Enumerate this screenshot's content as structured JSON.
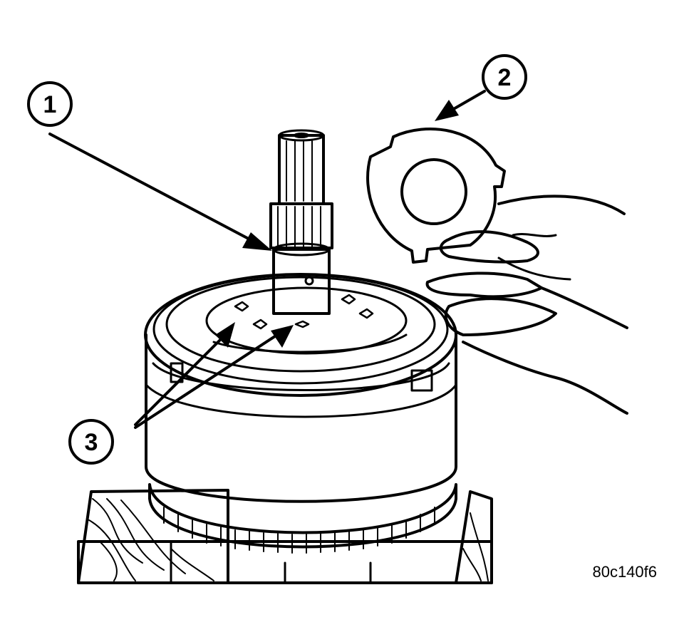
{
  "callouts": [
    {
      "id": "1",
      "label": "1"
    },
    {
      "id": "2",
      "label": "2"
    },
    {
      "id": "3",
      "label": "3"
    }
  ],
  "figure_code": "80c140f6",
  "colors": {
    "ink": "#000000",
    "paper": "#ffffff"
  }
}
